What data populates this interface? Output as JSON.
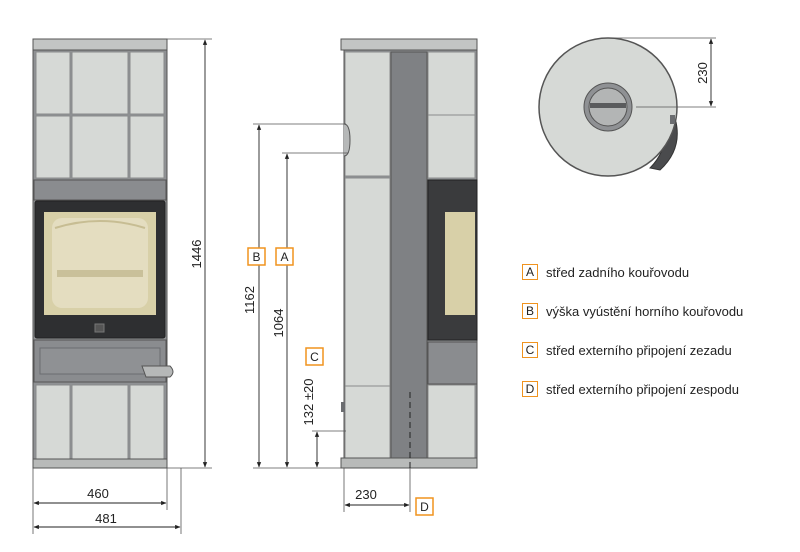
{
  "dimensions": {
    "total_height": "1446",
    "body_width": "460",
    "total_width": "481",
    "height_b": "1162",
    "height_a": "1064",
    "height_c": "132 ±20",
    "rear_offset": "230",
    "top_offset": "230"
  },
  "tags": {
    "a": "A",
    "b": "B",
    "c": "C",
    "d": "D"
  },
  "legend": [
    {
      "key": "A",
      "text": "střed zadního kouřovodu"
    },
    {
      "key": "B",
      "text": "výška vyústění horního kouřovodu"
    },
    {
      "key": "C",
      "text": "střed externího připojení zezadu"
    },
    {
      "key": "D",
      "text": "střed externího připojení zespodu"
    }
  ],
  "colors": {
    "accent": "#f0931e",
    "stone": "#d6d9d6",
    "frame": "#8f9194",
    "dark": "#3a3b3d",
    "glass": "#d8d0a8"
  }
}
